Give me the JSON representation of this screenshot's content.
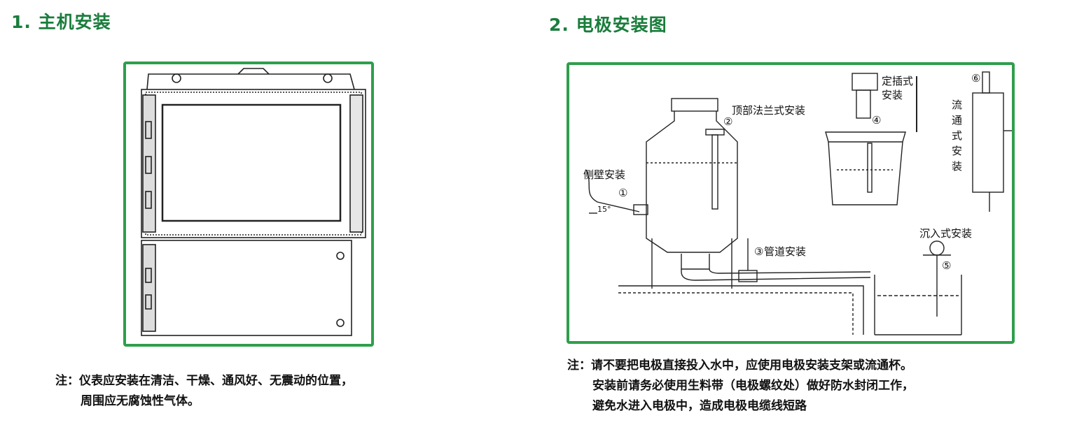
{
  "section1": {
    "title": "1. 主机安装",
    "note_prefix": "注：",
    "note_line1": "仪表应安装在清洁、干燥、通风好、无震动的位置，",
    "note_line2": "周围应无腐蚀性气体。"
  },
  "section2": {
    "title": "2. 电极安装图",
    "diagram_labels": {
      "side_wall": "侧壁安装",
      "angle": "15°",
      "top_flange": "顶部法兰式安装",
      "pipe": "管道安装",
      "insertion": "定插式",
      "insertion2": "安装",
      "flow_through": [
        "流",
        "通",
        "式",
        "安",
        "装"
      ],
      "submerged": "沉入式安装",
      "markers": [
        "①",
        "②",
        "③",
        "④",
        "⑤",
        "⑥"
      ]
    },
    "note_prefix": "注：",
    "note_line1": "请不要把电极直接投入水中，应使用电极安装支架或流通杯。",
    "note_line2": "安装前请务必使用生料带（电极螺纹处）做好防水封闭工作，",
    "note_line3": "避免水进入电极中，造成电极电缆线短路"
  },
  "colors": {
    "accent": "#2f9e4c",
    "heading": "#1a7d3c"
  }
}
